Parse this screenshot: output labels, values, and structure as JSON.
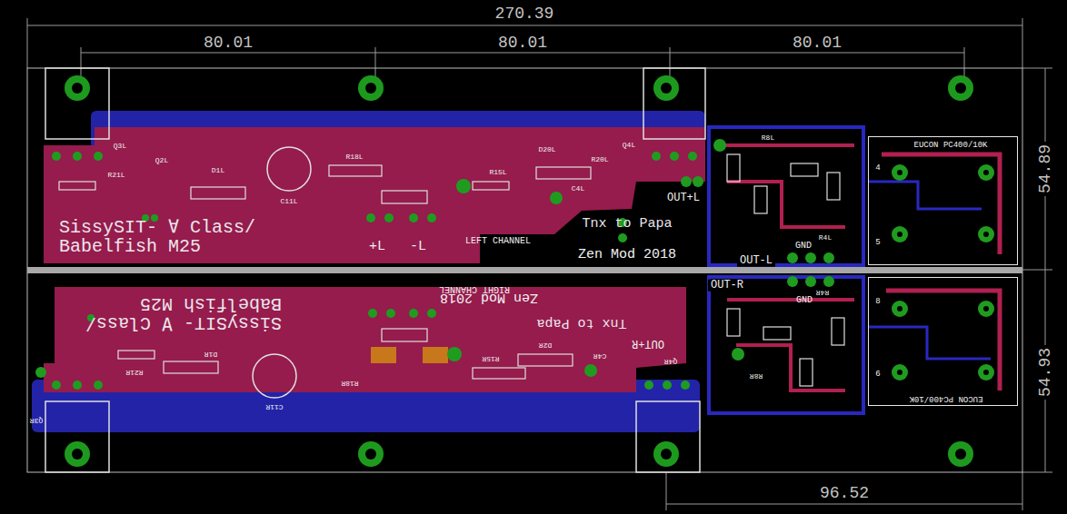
{
  "diagram": {
    "nodes": [
      {
        "text": [
          "SissySIT- ∀ Class/ Babelfish M25",
          "LEFT CHANNEL",
          "Tnx to Papa"
        ]
      },
      {
        "text": [
          "SissySIT- ∀ Class/ Babelfish M25",
          "RIGHT CHANNEL",
          "Tnx to Papa"
        ]
      },
      {
        "text": [
          "EUCON PC400/10K"
        ]
      },
      {
        "text": [
          "EUCON PC400/10K"
        ]
      }
    ],
    "labels": [
      "270.39",
      "80.01",
      "80.01",
      "80.01",
      "54.89",
      "54.93",
      "96.52",
      "Zen Mod 2018",
      "+L",
      "-L",
      "OUT+L",
      "OUT-L",
      "GND",
      "Zen Mod 2018",
      "OUT+R",
      "OUT-R",
      "GND",
      "Q3L",
      "R21L",
      "Q2L",
      "D1L",
      "C11L",
      "R18L",
      "R15L",
      "D20L",
      "C4L",
      "R20L",
      "Q4L",
      "R8L",
      "R4L",
      "Q3R",
      "R21R",
      "D1R",
      "C11R",
      "R18R",
      "R15R",
      "D2R",
      "C4R",
      "Q4R",
      "R8R",
      "R4R",
      "4",
      "5",
      "8",
      "6"
    ]
  }
}
